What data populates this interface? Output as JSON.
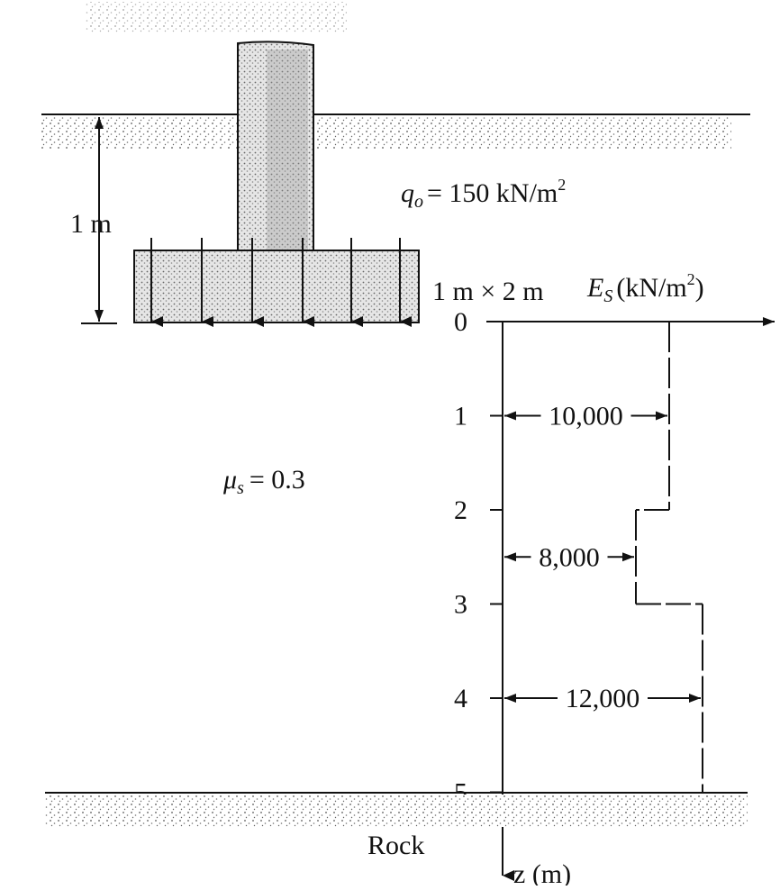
{
  "footing": {
    "depth_label": "1 m",
    "pressure_symbol": "q",
    "pressure_subscript": "o",
    "pressure_value": "= 150 kN/m",
    "pressure_exp": "2",
    "size_label": "1 m × 2 m"
  },
  "soil": {
    "poisson_symbol": "μ",
    "poisson_subscript": "s",
    "poisson_value": "= 0.3"
  },
  "profile": {
    "x_axis_symbol": "E",
    "x_axis_subscript": "S",
    "x_axis_unit_open": "(kN/m",
    "x_axis_unit_exp": "2",
    "x_axis_unit_close": ")",
    "z_axis_label": "z (m)",
    "depth_ticks": [
      "0",
      "1",
      "2",
      "3",
      "4",
      "5"
    ],
    "layers": [
      {
        "from_depth": 0,
        "to_depth": 2,
        "modulus": 10000,
        "label": "10,000"
      },
      {
        "from_depth": 2,
        "to_depth": 3,
        "modulus": 8000,
        "label": "8,000"
      },
      {
        "from_depth": 3,
        "to_depth": 5,
        "modulus": 12000,
        "label": "12,000"
      }
    ]
  },
  "base": {
    "rock_label": "Rock"
  }
}
